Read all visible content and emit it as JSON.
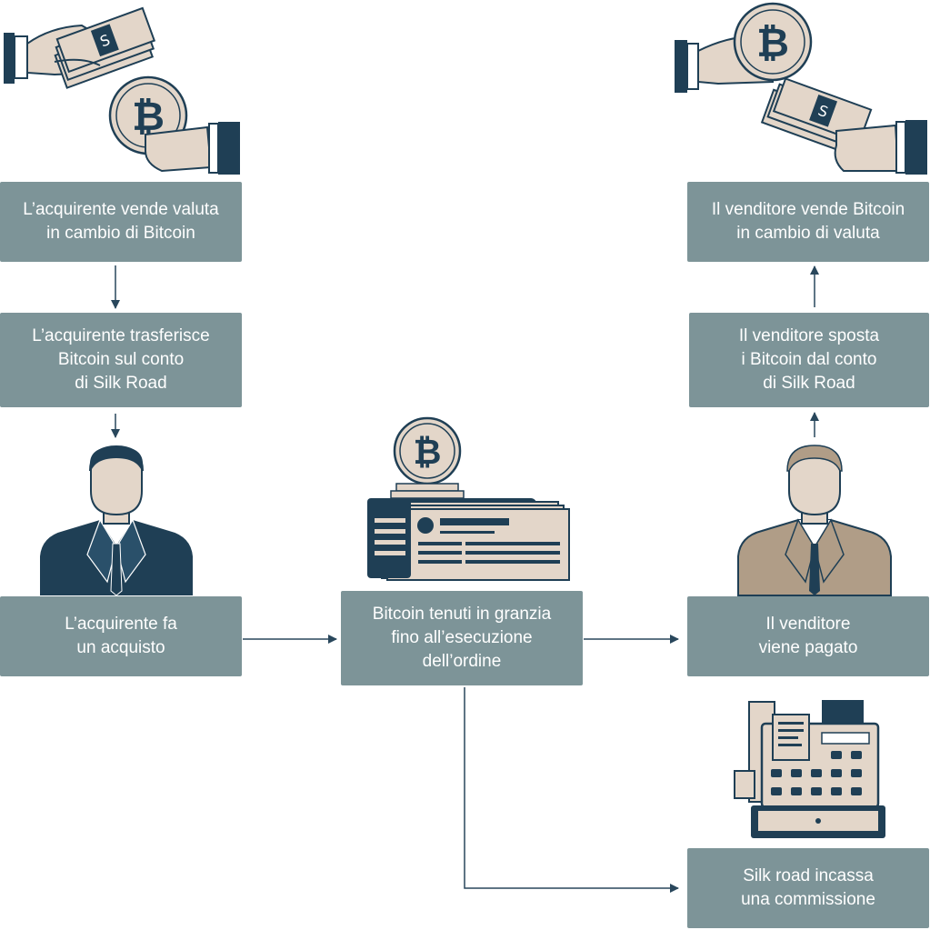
{
  "colors": {
    "box": "#7d9498",
    "dark_navy": "#1f3f55",
    "beige": "#e3d6c9",
    "tan_suit": "#b09d87",
    "line": "#29475c"
  },
  "steps": {
    "buyer_sells_currency": "L’acquirente vende valuta\nin cambio di Bitcoin",
    "buyer_transfers": "L’acquirente trasferisce\nBitcoin sul conto\ndi Silk Road",
    "buyer_purchases": "L’acquirente fa\nun acquisto",
    "escrow": "Bitcoin tenuti in granzia\nfino all’esecuzione\ndell’ordine",
    "seller_paid": "Il venditore\nviene pagato",
    "seller_moves": "Il venditore sposta\ni Bitcoin dal conto\ndi Silk Road",
    "seller_sells": "Il venditore vende Bitcoin\nin cambio di valuta",
    "commission": "Silk road incassa\nuna commissione"
  },
  "icons": [
    "hand-cash-exchange-icon",
    "bitcoin-coin-icon",
    "buyer-person-icon",
    "escrow-ledger-icon",
    "seller-person-icon",
    "cash-register-icon"
  ]
}
